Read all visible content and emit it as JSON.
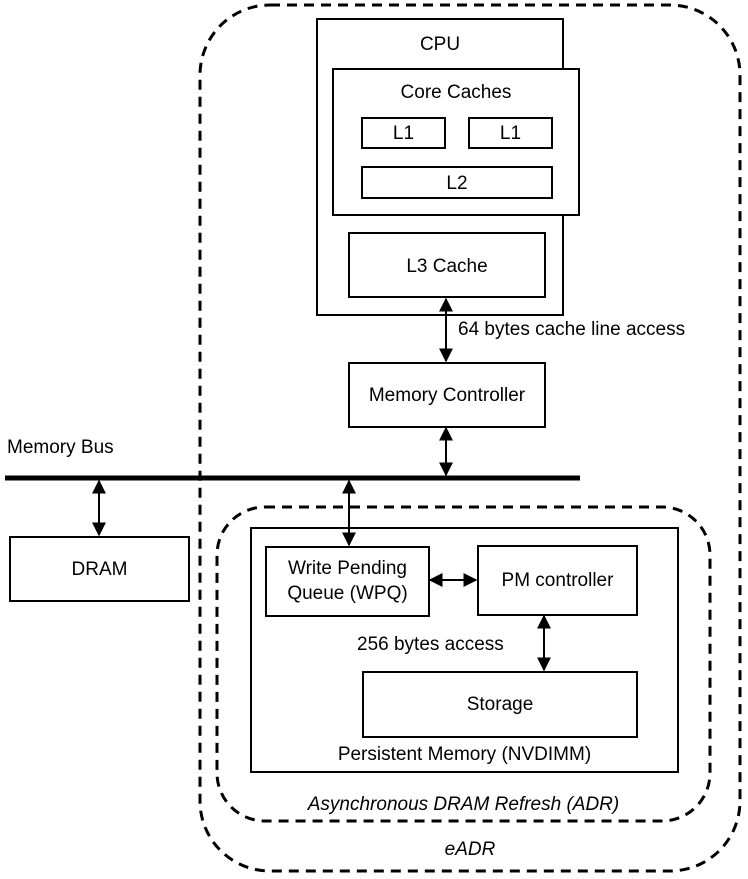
{
  "cpu": {
    "title": "CPU",
    "core_caches": {
      "title": "Core Caches",
      "l1_left": "L1",
      "l1_right": "L1",
      "l2": "L2"
    },
    "l3": "L3 Cache"
  },
  "links": {
    "cache_line": "64 bytes cache line access",
    "pm_access": "256 bytes access"
  },
  "memory_controller": "Memory Controller",
  "memory_bus": "Memory Bus",
  "dram": "DRAM",
  "persistent_memory": {
    "title": "Persistent Memory (NVDIMM)",
    "wpq_line1": "Write Pending",
    "wpq_line2": "Queue (WPQ)",
    "pm_controller": "PM controller",
    "storage": "Storage"
  },
  "domains": {
    "adr": "Asynchronous DRAM Refresh (ADR)",
    "eadr": "eADR"
  }
}
